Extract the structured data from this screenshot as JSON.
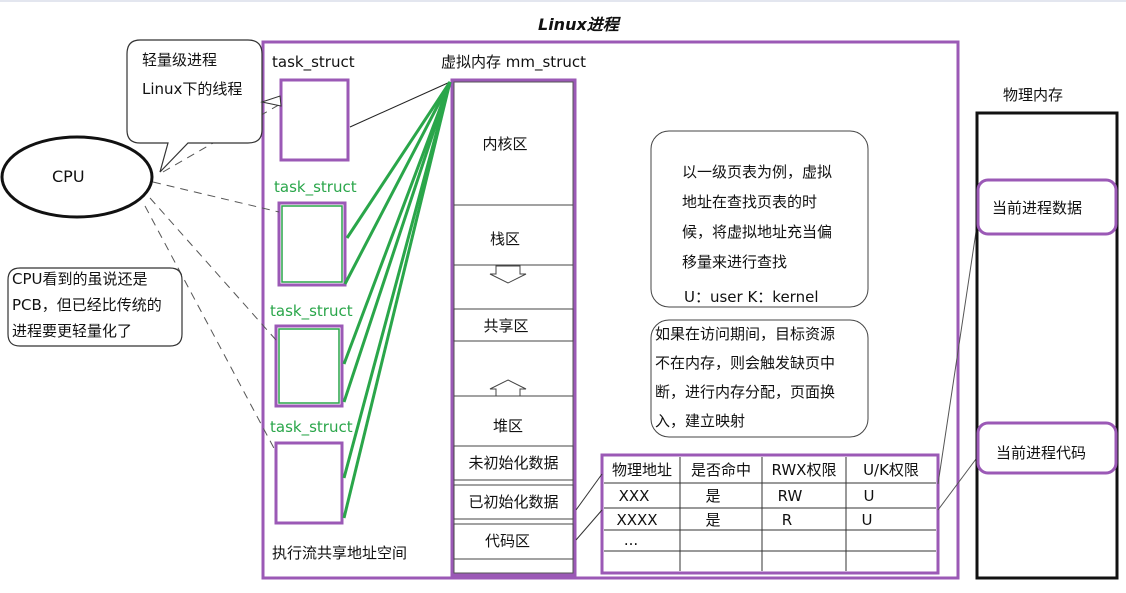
{
  "title": "Linux进程",
  "process_box": {
    "task_struct_label": "task_struct",
    "task_struct_green": [
      "task_struct",
      "task_struct",
      "task_struct"
    ],
    "shared_space_label": "执行流共享地址空间"
  },
  "mm": {
    "label": "虚拟内存 mm_struct",
    "segments": [
      "内核区",
      "栈区",
      "共享区",
      "堆区",
      "未初始化数据",
      "已初始化数据",
      "代码区"
    ]
  },
  "cpu": {
    "label": "CPU"
  },
  "bubbles": {
    "thread": [
      "轻量级进程",
      "Linux下的线程"
    ],
    "pcb": [
      "CPU看到的虽说还是",
      "PCB，但已经比传统的",
      "进程要更轻量化了"
    ]
  },
  "notes": {
    "pagetable": [
      "以一级页表为例，虚拟",
      "地址在查找页表的时",
      "候，将虚拟地址充当偏",
      "移量来进行查找"
    ],
    "uk": "U：user  K：kernel",
    "pagefault": [
      "如果在访问期间，目标资源",
      "不在内存，则会触发缺页中",
      "断，进行内存分配，页面换",
      "入，建立映射"
    ]
  },
  "page_table": {
    "headers": [
      "物理地址",
      "是否命中",
      "RWX权限",
      "U/K权限"
    ],
    "rows": [
      [
        "XXX",
        "是",
        "RW",
        "U"
      ],
      [
        "XXXX",
        "是",
        "R",
        "U"
      ],
      [
        "...",
        "",
        "",
        ""
      ],
      [
        "",
        "",
        "",
        ""
      ]
    ]
  },
  "physical": {
    "label": "物理内存",
    "data_label": "当前进程数据",
    "code_label": "当前进程代码"
  },
  "colors": {
    "purple": "#9b59b6",
    "green": "#2aa64a",
    "black": "#111111"
  }
}
